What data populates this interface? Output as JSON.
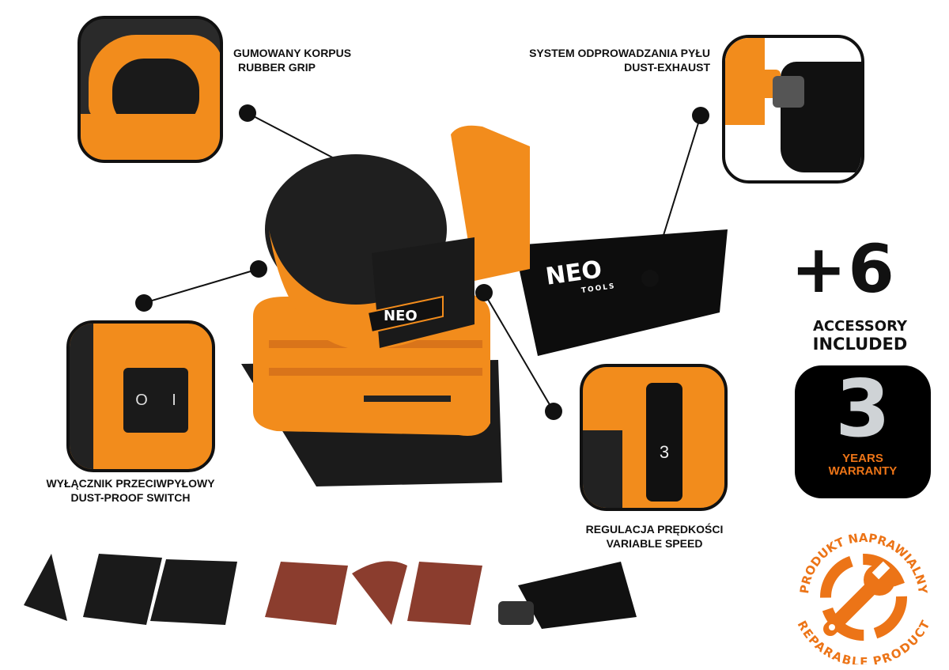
{
  "callouts": {
    "rubber_grip": {
      "pl": "GUMOWANY KORPUS",
      "en": "RUBBER GRIP"
    },
    "dust_exhaust": {
      "pl": "SYSTEM ODPROWADZANIA PYŁU",
      "en": "DUST-EXHAUST"
    },
    "switch": {
      "pl": "WYŁĄCZNIK PRZECIWPYŁOWY",
      "en": "DUST-PROOF SWITCH"
    },
    "speed": {
      "pl": "REGULACJA PRĘDKOŚCI",
      "en": "VARIABLE SPEED"
    }
  },
  "product": {
    "brand": "NEO",
    "sub": "TOOLS",
    "switch_off": "O",
    "switch_on": "I",
    "dial": "3"
  },
  "accessories": {
    "plus": "+6",
    "line1": "ACCESSORY",
    "line2": "INCLUDED"
  },
  "warranty": {
    "number": "3",
    "line1": "YEARS",
    "line2": "WARRANTY"
  },
  "reparable": {
    "top": "PRODUKT NAPRAWIALNY",
    "bottom": "REPARABLE PRODUCT"
  },
  "colors": {
    "orange": "#f28c1c",
    "black": "#111111",
    "badge_orange": "#ec7417"
  }
}
